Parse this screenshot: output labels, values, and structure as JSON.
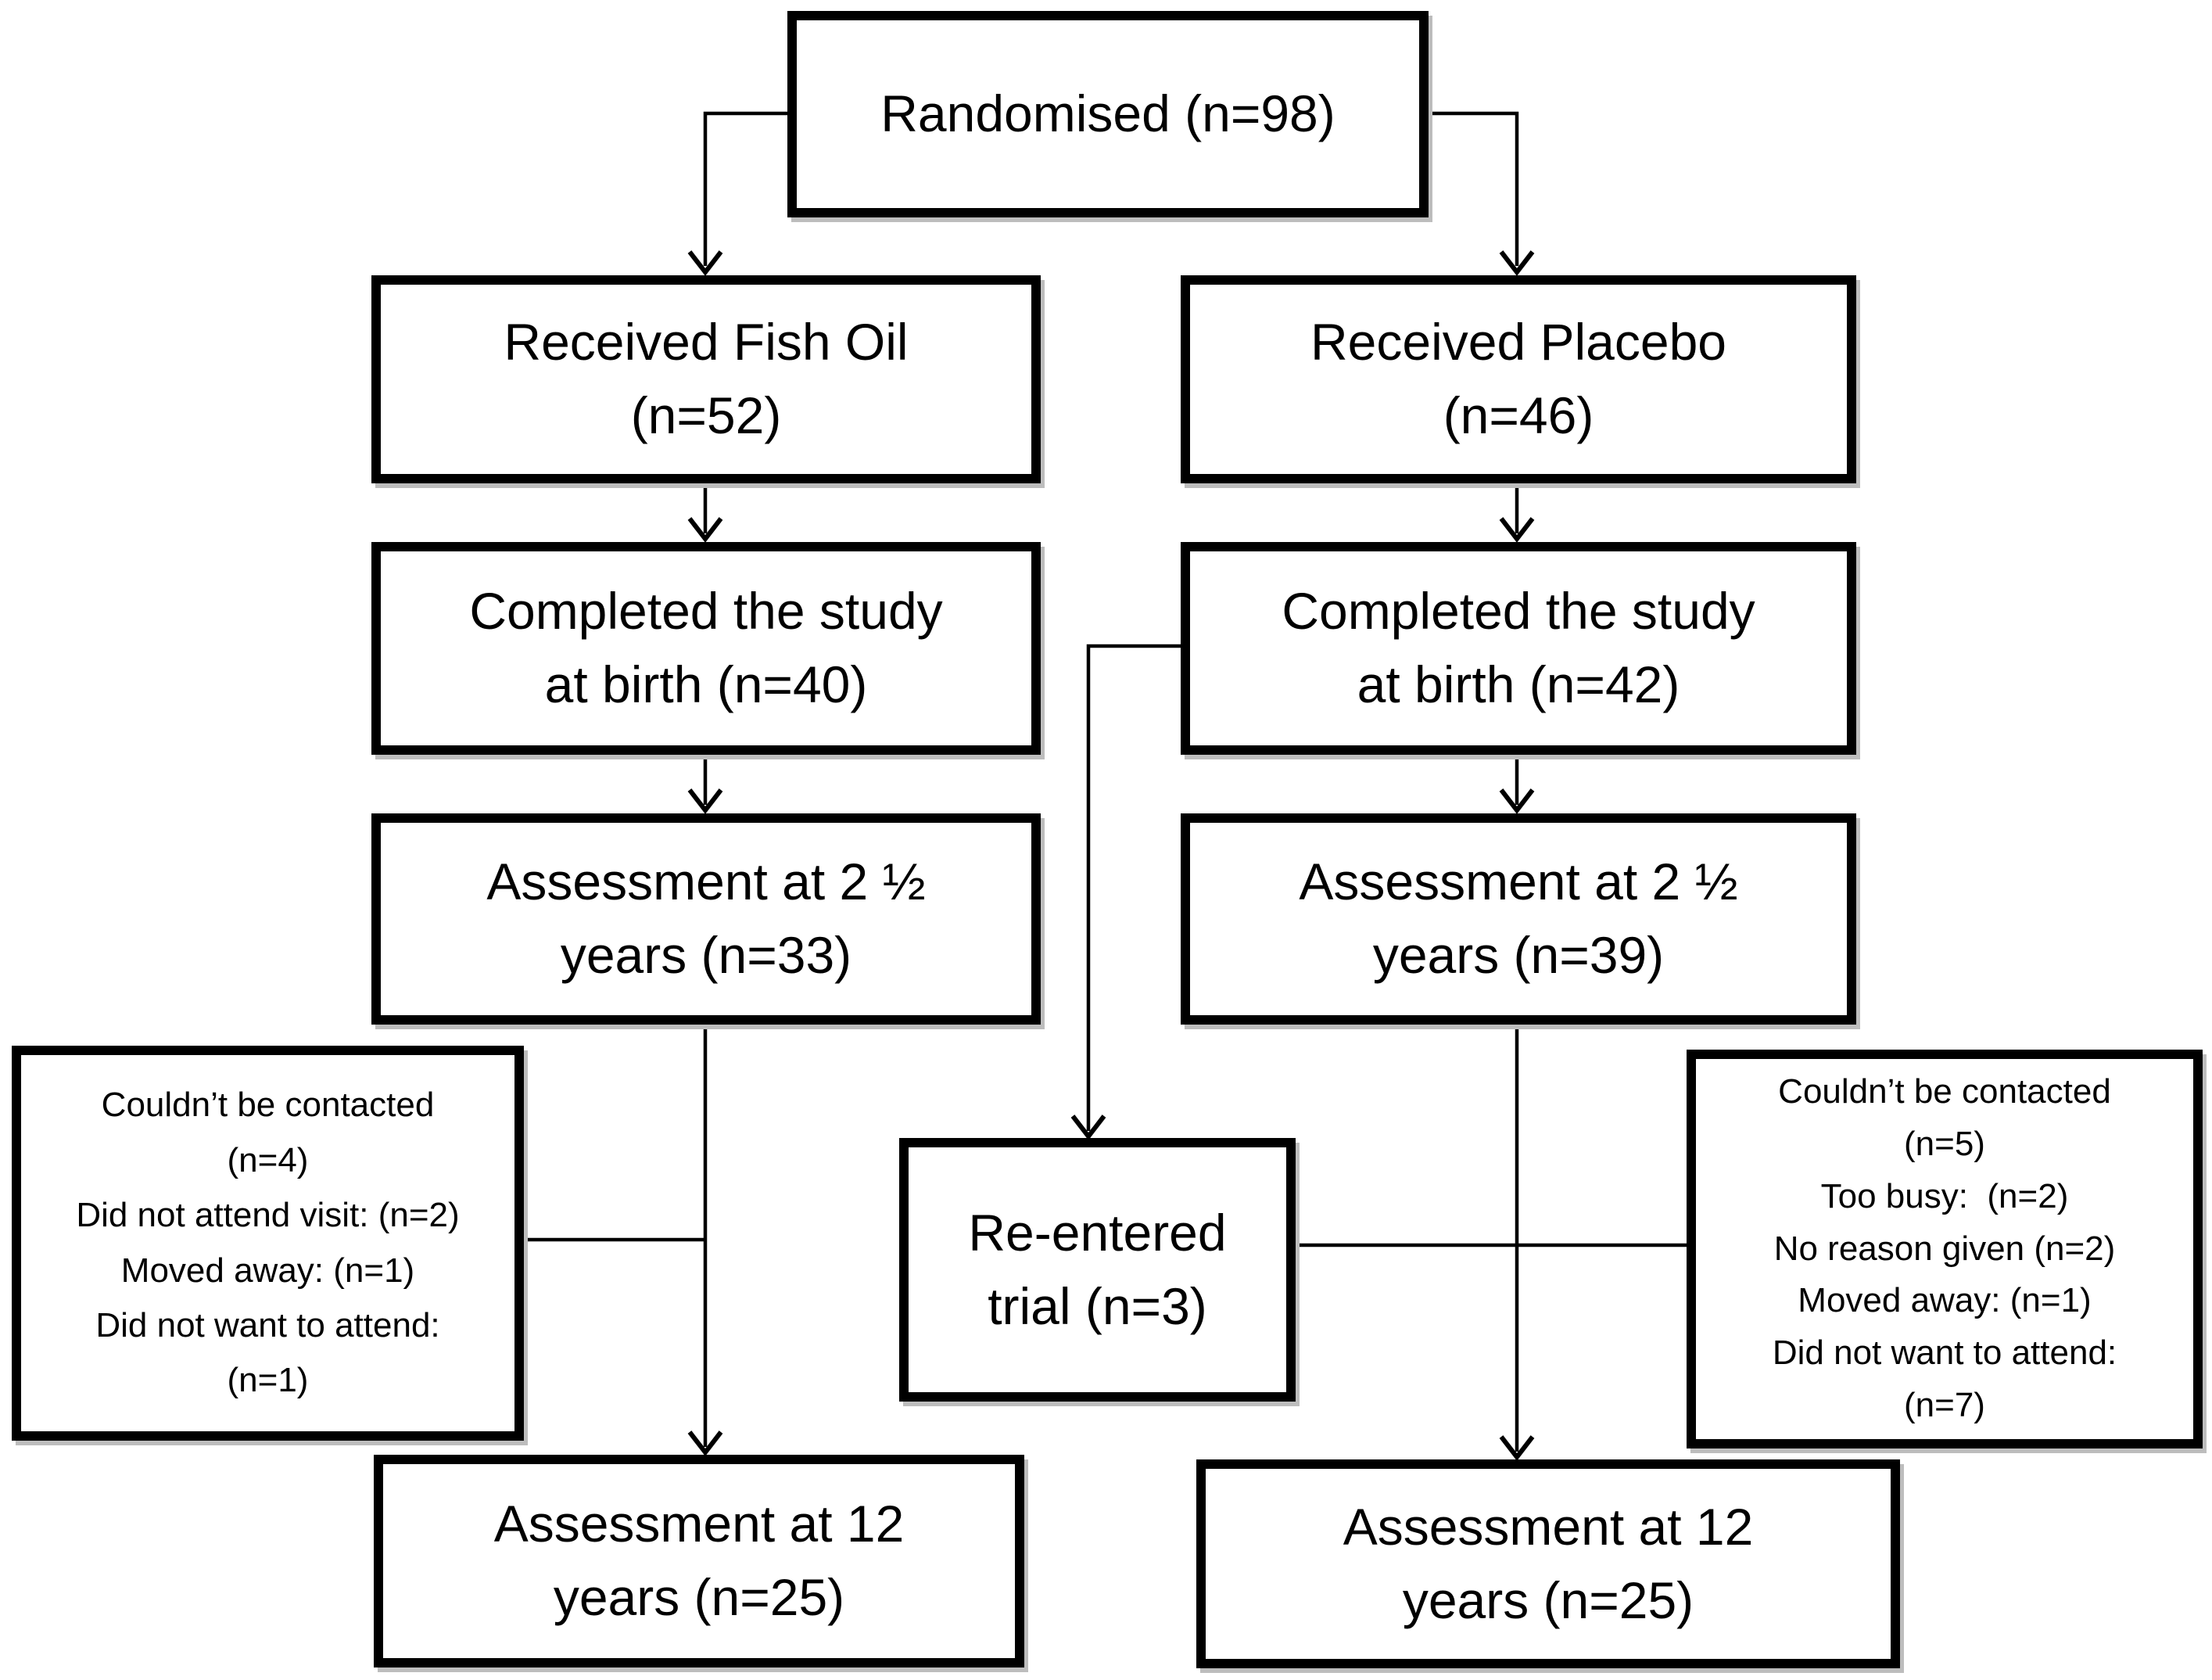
{
  "diagram": {
    "title_hint": "Randomised trial flow diagram",
    "background_color": "#ffffff",
    "line_color": "#000000",
    "shadow_color": "#bdbdbd",
    "boxes": {
      "randomised": {
        "lines": [
          "Randomised (n=98)"
        ]
      },
      "received_fish_oil": {
        "lines": [
          "Received Fish Oil",
          "(n=52)"
        ]
      },
      "received_placebo": {
        "lines": [
          "Received Placebo",
          "(n=46)"
        ]
      },
      "completed_fish_oil": {
        "lines": [
          "Completed the study",
          "at birth (n=40)"
        ]
      },
      "completed_placebo": {
        "lines": [
          "Completed the study",
          "at birth (n=42)"
        ]
      },
      "assessment_2_5_fish_oil": {
        "lines": [
          "Assessment at 2 ½",
          "years (n=33)"
        ]
      },
      "assessment_2_5_placebo": {
        "lines": [
          "Assessment at 2 ½",
          "years (n=39)"
        ]
      },
      "dropout_fish_oil": {
        "lines": [
          "Couldn’t be contacted",
          "(n=4)",
          "Did not attend visit: (n=2)",
          "Moved away: (n=1)",
          "Did not want to attend:",
          "(n=1)"
        ]
      },
      "reentered_trial": {
        "lines": [
          "Re-entered",
          "trial (n=3)"
        ]
      },
      "dropout_placebo": {
        "lines": [
          "Couldn’t be contacted",
          "(n=5)",
          "Too busy:  (n=2)",
          "No reason given (n=2)",
          "Moved away: (n=1)",
          "Did not want to attend:",
          "(n=7)"
        ]
      },
      "assessment_12_fish_oil": {
        "lines": [
          "Assessment at 12",
          "years (n=25)"
        ]
      },
      "assessment_12_placebo": {
        "lines": [
          "Assessment at 12",
          "years (n=25)"
        ]
      }
    },
    "connections": [
      {
        "from": "randomised",
        "to": "received_fish_oil",
        "arrow": true
      },
      {
        "from": "randomised",
        "to": "received_placebo",
        "arrow": true
      },
      {
        "from": "received_fish_oil",
        "to": "completed_fish_oil",
        "arrow": true
      },
      {
        "from": "received_placebo",
        "to": "completed_placebo",
        "arrow": true
      },
      {
        "from": "completed_fish_oil",
        "to": "assessment_2_5_fish_oil",
        "arrow": true
      },
      {
        "from": "completed_placebo",
        "to": "assessment_2_5_placebo",
        "arrow": true
      },
      {
        "from": "completed_placebo",
        "to": "reentered_trial",
        "arrow": true
      },
      {
        "from": "assessment_2_5_fish_oil",
        "to": "assessment_12_fish_oil",
        "arrow": true
      },
      {
        "from": "assessment_2_5_placebo",
        "to": "assessment_12_placebo",
        "arrow": true
      },
      {
        "from": "dropout_fish_oil",
        "to": "assessment_2_5_fish_oil_drop_line",
        "arrow": false
      },
      {
        "from": "reentered_trial",
        "to": "dropout_placebo",
        "arrow": false
      }
    ]
  }
}
